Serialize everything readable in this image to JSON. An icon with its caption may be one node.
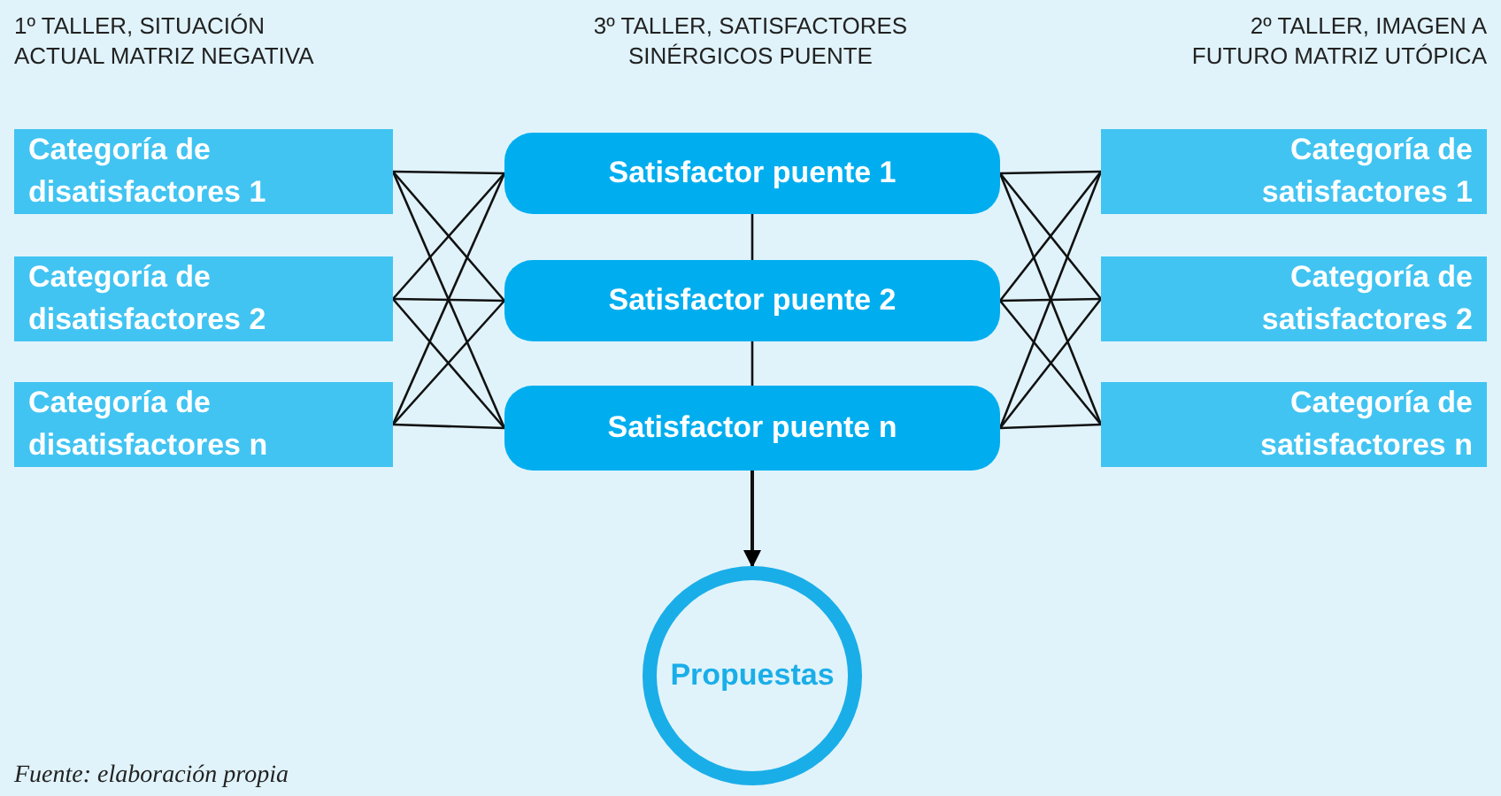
{
  "diagram": {
    "caption": "Fuente: elaboración propia",
    "nodes": [
      {
        "text": [
          "Categoría de disatisfactores 1"
        ]
      },
      {
        "text": [
          "Satisfactor puente 1"
        ]
      },
      {
        "text": [
          "Categoría de satisfactores 1"
        ]
      },
      {
        "text": [
          "Categoría de disatisfactores 2"
        ]
      },
      {
        "text": [
          "Satisfactor puente 2"
        ]
      },
      {
        "text": [
          "Categoría de satisfactores 2"
        ]
      },
      {
        "text": [
          "Categoría de disatisfactores n"
        ]
      },
      {
        "text": [
          "Satisfactor puente n"
        ]
      },
      {
        "text": [
          "Categoría de satisfactores n"
        ]
      },
      {
        "text": [
          "Propuestas"
        ]
      }
    ],
    "edges": [
      {
        "from": 0,
        "to": 1,
        "arrow": "none"
      },
      {
        "from": 0,
        "to": 4,
        "arrow": "none"
      },
      {
        "from": 0,
        "to": 7,
        "arrow": "none"
      },
      {
        "from": 3,
        "to": 1,
        "arrow": "none"
      },
      {
        "from": 3,
        "to": 4,
        "arrow": "none"
      },
      {
        "from": 3,
        "to": 7,
        "arrow": "none"
      },
      {
        "from": 6,
        "to": 1,
        "arrow": "none"
      },
      {
        "from": 6,
        "to": 4,
        "arrow": "none"
      },
      {
        "from": 6,
        "to": 7,
        "arrow": "none"
      },
      {
        "from": 1,
        "to": 2,
        "arrow": "none"
      },
      {
        "from": 1,
        "to": 5,
        "arrow": "none"
      },
      {
        "from": 1,
        "to": 8,
        "arrow": "none"
      },
      {
        "from": 4,
        "to": 2,
        "arrow": "none"
      },
      {
        "from": 4,
        "to": 5,
        "arrow": "none"
      },
      {
        "from": 4,
        "to": 8,
        "arrow": "none"
      },
      {
        "from": 7,
        "to": 2,
        "arrow": "none"
      },
      {
        "from": 7,
        "to": 5,
        "arrow": "none"
      },
      {
        "from": 7,
        "to": 8,
        "arrow": "none"
      },
      {
        "from": 1,
        "to": 4,
        "arrow": "none"
      },
      {
        "from": 4,
        "to": 7,
        "arrow": "none"
      },
      {
        "from": 7,
        "to": 9,
        "arrow": "to"
      }
    ],
    "labels": [
      "1º TALLER, SITUACIÓN ACTUAL MATRIZ NEGATIVA",
      "3º TALLER, SATISFACTORES SINÉRGICOS PUENTE",
      "2º TALLER, IMAGEN A FUTURO MATRIZ UTÓPICA"
    ]
  }
}
